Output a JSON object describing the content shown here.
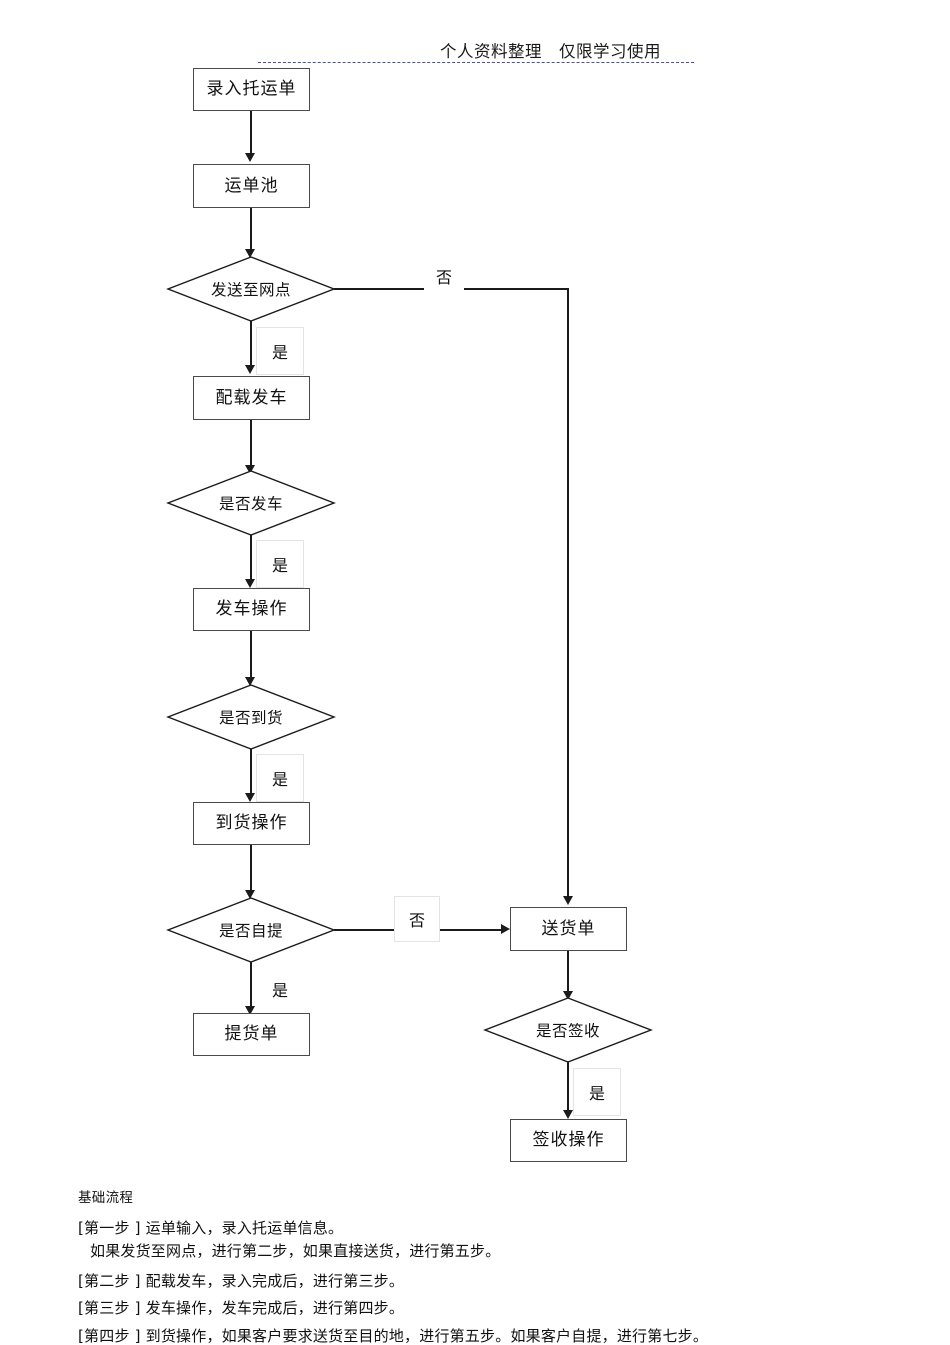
{
  "header": {
    "text": "个人资料整理　仅限学习使用"
  },
  "flowchart": {
    "nodes": [
      {
        "id": "entry",
        "type": "box",
        "label": "录入托运单"
      },
      {
        "id": "pool",
        "type": "box",
        "label": "运单池"
      },
      {
        "id": "send_branch",
        "type": "diamond",
        "label": "发送至网点"
      },
      {
        "id": "load",
        "type": "box",
        "label": "配载发车"
      },
      {
        "id": "depart_check",
        "type": "diamond",
        "label": "是否发车"
      },
      {
        "id": "depart_op",
        "type": "box",
        "label": "发车操作"
      },
      {
        "id": "arrive_check",
        "type": "diamond",
        "label": "是否到货"
      },
      {
        "id": "arrive_op",
        "type": "box",
        "label": "到货操作"
      },
      {
        "id": "pickup_check",
        "type": "diamond",
        "label": "是否自提"
      },
      {
        "id": "pickup_note",
        "type": "box",
        "label": "提货单"
      },
      {
        "id": "delivery",
        "type": "box",
        "label": "送货单"
      },
      {
        "id": "sign_check",
        "type": "diamond",
        "label": "是否签收"
      },
      {
        "id": "sign_op",
        "type": "box",
        "label": "签收操作"
      }
    ],
    "edge_labels": {
      "send_no": "否",
      "send_yes": "是",
      "depart_yes": "是",
      "arrive_yes": "是",
      "pickup_no": "否",
      "pickup_yes": "是",
      "sign_yes": "是"
    }
  },
  "description": {
    "title": "基础流程",
    "lines": [
      "[第一步 ] 运单输入，录入托运单信息。",
      "如果发货至网点，进行第二步，如果直接送货，进行第五步。",
      "[第二步 ] 配载发车，录入完成后，进行第三步。",
      "[第三步 ] 发车操作，发车完成后，进行第四步。",
      "[第四步 ] 到货操作，如果客户要求送货至目的地，进行第五步。如果客户自提，进行第七步。"
    ]
  },
  "colors": {
    "header_rule": "#4a4ab8",
    "node_border": "#4a4a4a",
    "edge": "#1b1b1b",
    "label_border": "#e4e4e4"
  }
}
